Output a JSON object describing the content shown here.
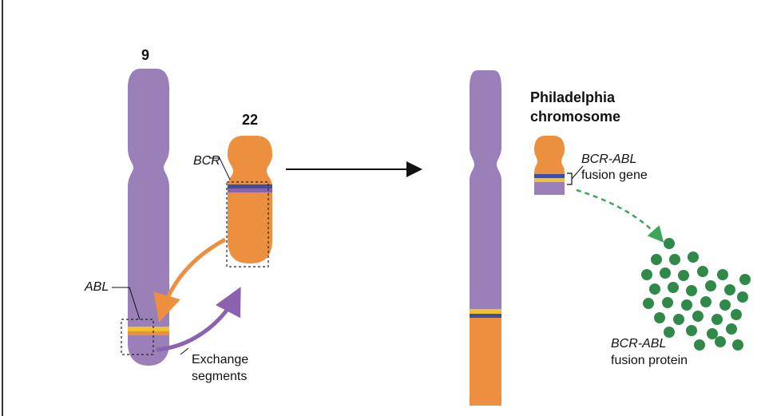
{
  "labels": {
    "chr9": "9",
    "chr22": "22",
    "bcr": "BCR",
    "abl": "ABL",
    "exchange_line1": "Exchange",
    "exchange_line2": "segments",
    "philadelphia_line1": "Philadelphia",
    "philadelphia_line2": "chromosome",
    "bcr_abl_gene_line1": "BCR-ABL",
    "bcr_abl_gene_line2": "fusion gene",
    "bcr_abl_protein_line1": "BCR-ABL",
    "bcr_abl_protein_line2": "fusion protein"
  },
  "colors": {
    "chromosome9": "#9b7fb8",
    "chromosome22": "#ec8f3f",
    "bcr_band": "#3d4fa0",
    "abl_band": "#f2c12e",
    "swap_arrow_orange": "#ec8f3f",
    "swap_arrow_purple": "#8b62ad",
    "protein_dots": "#2f8a4a",
    "green_arrow": "#3aa657"
  }
}
